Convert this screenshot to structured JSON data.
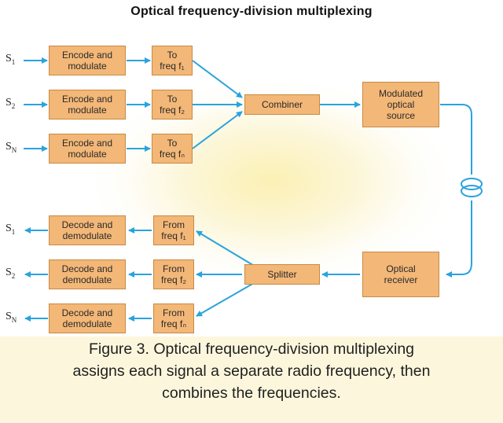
{
  "title": "Optical frequency-division multiplexing",
  "signals": {
    "s1": "S",
    "s1_sub": "1",
    "s2": "S",
    "s2_sub": "2",
    "sn": "S",
    "sn_sub": "N"
  },
  "transmit": {
    "encode_1": "Encode and\nmodulate",
    "encode_2": "Encode and\nmodulate",
    "encode_n": "Encode and\nmodulate",
    "tofreq_1": "To\nfreq f₁",
    "tofreq_2": "To\nfreq f₂",
    "tofreq_n": "To\nfreq fₙ",
    "combiner": "Combiner",
    "source": "Modulated\noptical\nsource"
  },
  "receive": {
    "decode_1": "Decode and\ndemodulate",
    "decode_2": "Decode and\ndemodulate",
    "decode_n": "Decode and\ndemodulate",
    "fromfreq_1": "From\nfreq f₁",
    "fromfreq_2": "From\nfreq f₂",
    "fromfreq_n": "From\nfreq fₙ",
    "splitter": "Splitter",
    "receiver": "Optical\nreceiver"
  },
  "caption": "Figure 3. Optical frequency-division multiplexing\nassigns each signal a separate radio frequency, then\ncombines the frequencies.",
  "colors": {
    "box_fill": "#f3b777",
    "box_border": "#c98a45",
    "arrow": "#2aa3dd",
    "caption_bg": "#fcf7dc"
  }
}
